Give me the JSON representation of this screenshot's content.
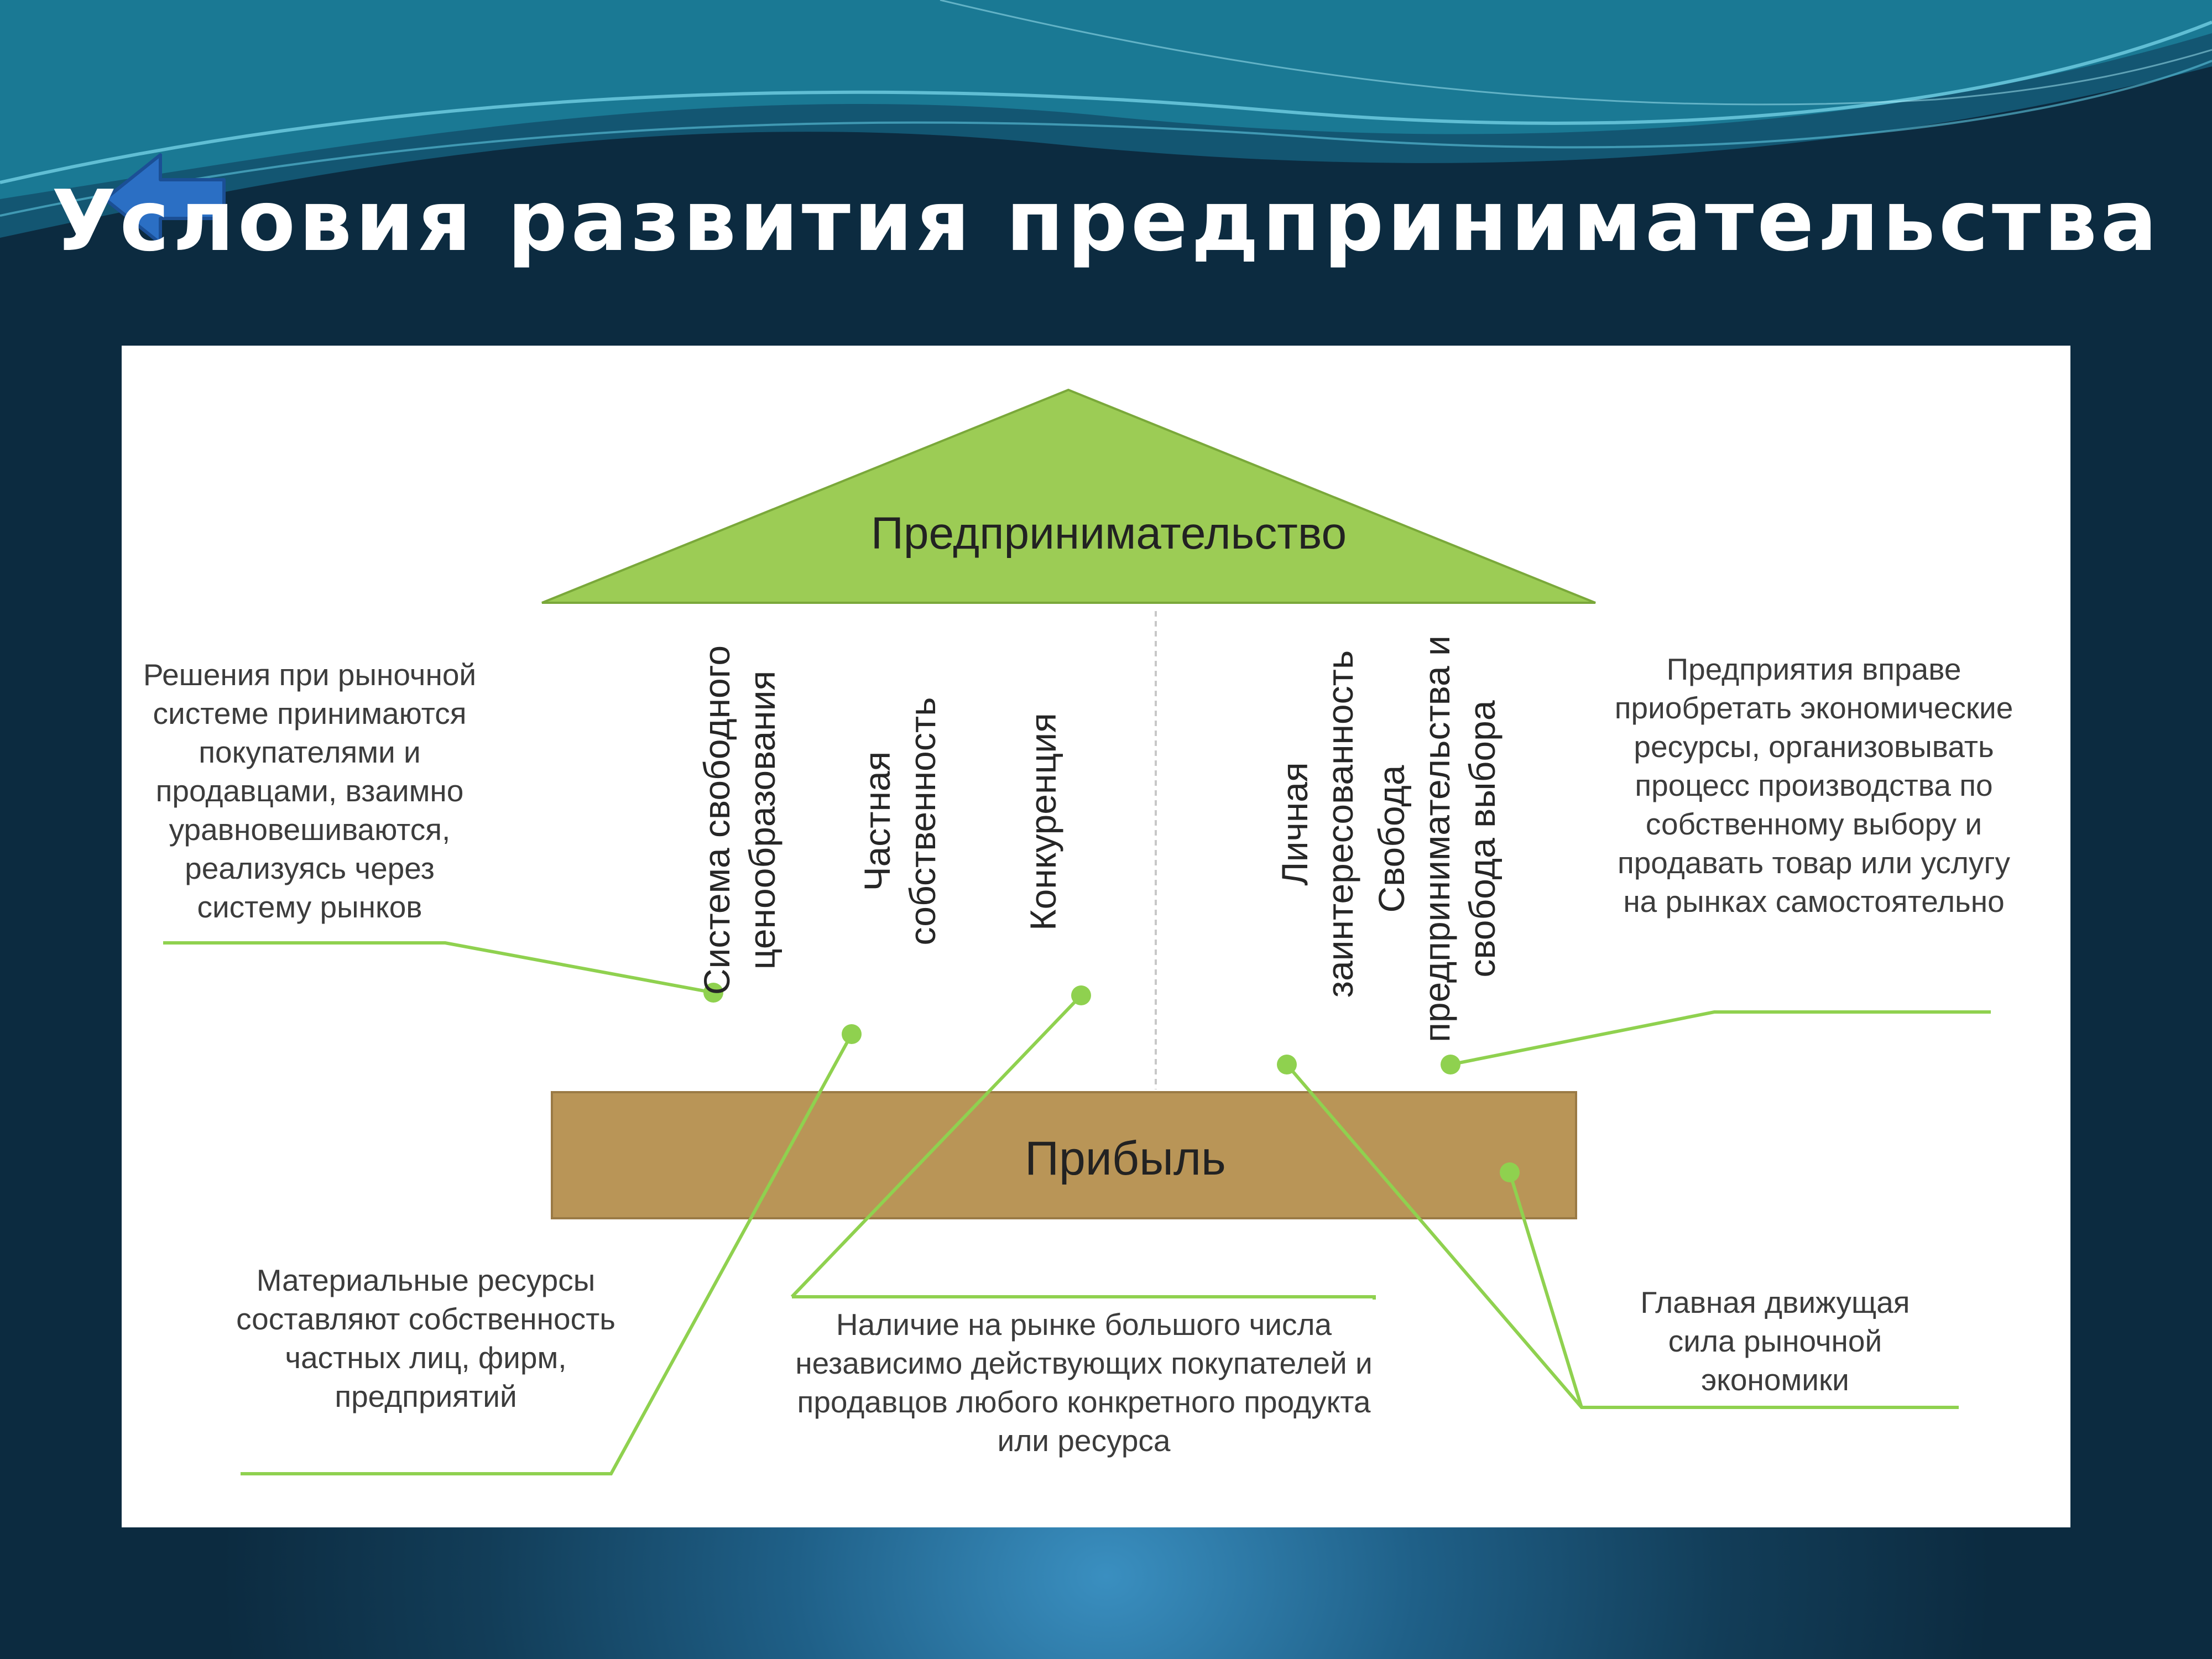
{
  "slide": {
    "title": "Условия развития предпринимательства"
  },
  "navigation": {
    "back_icon": "left-arrow-icon"
  },
  "diagram": {
    "roof": "Предпринимательство",
    "foundation": "Прибыль",
    "pillars": [
      "Система свободного ценообразования",
      "Частная собственность",
      "Конкуренция",
      "Личная заинтересованность",
      "Свобода предпринимательства и свобода выбора"
    ],
    "callouts": {
      "market_decisions": "Решения при рыночной системе принимаются покупателями и продавцами, взаимно уравновешиваются, реализуясь через систему рынков",
      "enterprise_rights": "Предприятия вправе приобретать экономические ресурсы, организовывать процесс производства по собственному выбору и продавать товар или услугу на рынках самостоятельно",
      "material_resources": "Материальные ресурсы составляют собственность частных лиц, фирм, предприятий",
      "many_participants": "Наличие на рынке большого числа независимо действующих покупателей и продавцов любого конкретного продукта или ресурса",
      "driving_force": "Главная движущая сила рыночной экономики"
    },
    "colors": {
      "roof": "#9ccc55",
      "foundation": "#b99557",
      "connector": "#8fd14f"
    }
  }
}
